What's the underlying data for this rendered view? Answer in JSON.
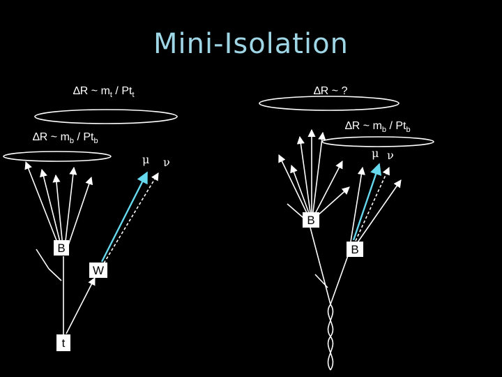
{
  "title": "Mini-Isolation",
  "left_labels": {
    "top_cone": {
      "delta": "∆",
      "text": "R ~ m",
      "sub": "t",
      "mid": " / Pt",
      "sub2": "t"
    },
    "b_cone": {
      "delta": "∆",
      "text": "R ~ m",
      "sub": "b",
      "mid": " / Pt",
      "sub2": "b"
    }
  },
  "right_labels": {
    "top_cone": {
      "delta": "∆",
      "text": "R ~ ?"
    },
    "b_cone": {
      "delta": "∆",
      "text": "R ~ m",
      "sub": "b",
      "mid": " / Pt",
      "sub2": "b"
    }
  },
  "particles": {
    "mu": "μ",
    "nu": "ν"
  },
  "nodes": {
    "left_b": "B",
    "left_w": "W",
    "left_t": "t",
    "right_b_top": "B",
    "right_b_bottom": "B"
  },
  "colors": {
    "title": "#9fd6e6",
    "muon": "#66d9ef",
    "lines": "#ffffff",
    "background": "#000000"
  }
}
